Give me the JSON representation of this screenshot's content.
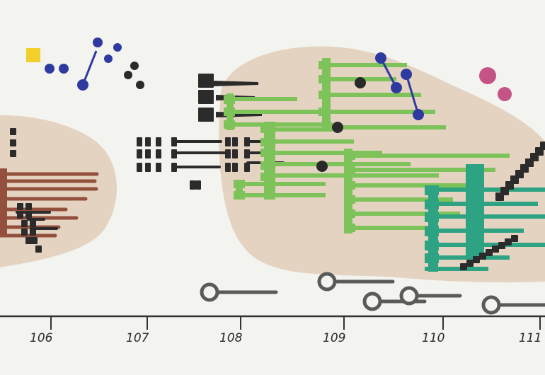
{
  "axis": {
    "ticks": [
      {
        "label": "106"
      },
      {
        "label": "107"
      },
      {
        "label": "108"
      },
      {
        "label": "109"
      },
      {
        "label": "110"
      },
      {
        "label": "111"
      }
    ]
  },
  "colors": {
    "background": "#f3f3ef",
    "blob": "#e4d3c1",
    "brown": "#93503c",
    "light_green": "#7ec35a",
    "teal": "#2ea383",
    "dark_block": "#2b2b2b",
    "blue": "#2f3aa0",
    "yellow": "#f2cf2a",
    "pink": "#c45484",
    "gray_pin": "#5a5a5a",
    "axis": "#333333"
  }
}
